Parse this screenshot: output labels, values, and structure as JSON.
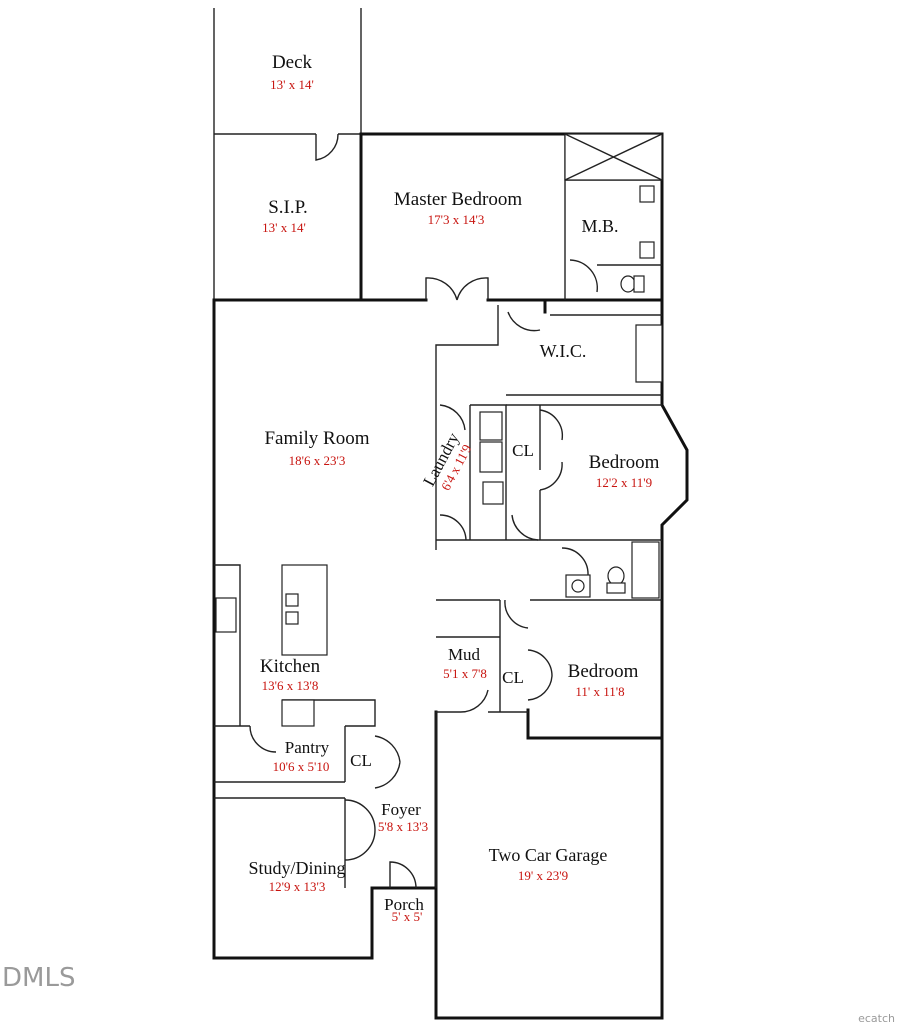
{
  "rooms": {
    "deck": {
      "name": "Deck",
      "dims": "13' x 14'"
    },
    "sip": {
      "name": "S.I.P.",
      "dims": "13' x 14'"
    },
    "master": {
      "name": "Master Bedroom",
      "dims": "17'3 x 14'3"
    },
    "mb": {
      "name": "M.B."
    },
    "wic": {
      "name": "W.I.C."
    },
    "family": {
      "name": "Family Room",
      "dims": "18'6 x 23'3"
    },
    "laundry": {
      "name": "Laundry",
      "dims": "6'4 x 11'9"
    },
    "cl1": {
      "name": "CL"
    },
    "bedroom1": {
      "name": "Bedroom",
      "dims": "12'2 x 11'9"
    },
    "kitchen": {
      "name": "Kitchen",
      "dims": "13'6 x 13'8"
    },
    "mud": {
      "name": "Mud",
      "dims": "5'1 x 7'8"
    },
    "cl2": {
      "name": "CL"
    },
    "bedroom2": {
      "name": "Bedroom",
      "dims": "11' x 11'8"
    },
    "pantry": {
      "name": "Pantry",
      "dims": "10'6 x 5'10"
    },
    "cl3": {
      "name": "CL"
    },
    "foyer": {
      "name": "Foyer",
      "dims": "5'8 x 13'3"
    },
    "garage": {
      "name": "Two Car Garage",
      "dims": "19' x 23'9"
    },
    "study": {
      "name": "Study/Dining",
      "dims": "12'9 x 13'3"
    },
    "porch": {
      "name": "Porch",
      "dims": "5' x 5'"
    }
  },
  "watermark": {
    "left": "DMLS",
    "right": "ecatch"
  }
}
